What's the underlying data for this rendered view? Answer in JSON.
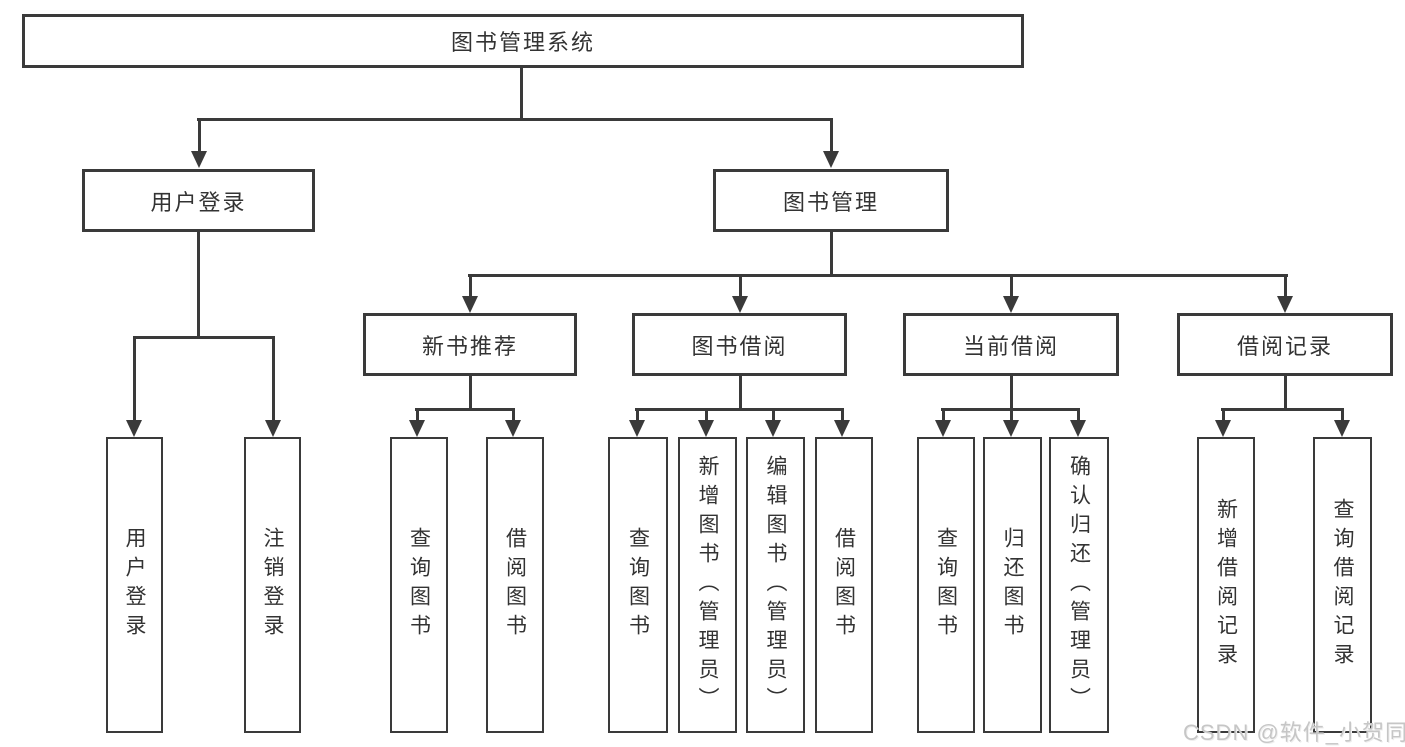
{
  "diagram": {
    "nodes": {
      "root": "图书管理系统",
      "user_login": "用户登录",
      "book_mgmt": "图书管理",
      "new_books": "新书推荐",
      "book_borrow": "图书借阅",
      "current_borrow": "当前借阅",
      "borrow_records": "借阅记录",
      "leaf_user_login": "用户登录",
      "leaf_logout": "注销登录",
      "leaf_nb_query": "查询图书",
      "leaf_nb_borrow": "借阅图书",
      "leaf_bb_query": "查询图书",
      "leaf_bb_add": "新增图书（管理员）",
      "leaf_bb_edit": "编辑图书（管理员）",
      "leaf_bb_borrow": "借阅图书",
      "leaf_cb_query": "查询图书",
      "leaf_cb_return": "归还图书",
      "leaf_cb_confirm": "确认归还（管理员）",
      "leaf_br_add": "新增借阅记录",
      "leaf_br_query": "查询借阅记录"
    }
  },
  "watermark": {
    "text": "CSDN @软件_小贺同学"
  },
  "colors": {
    "line": "#3a3a3a",
    "text": "#333333",
    "watermark": "#c6c6c6",
    "background": "#ffffff"
  }
}
